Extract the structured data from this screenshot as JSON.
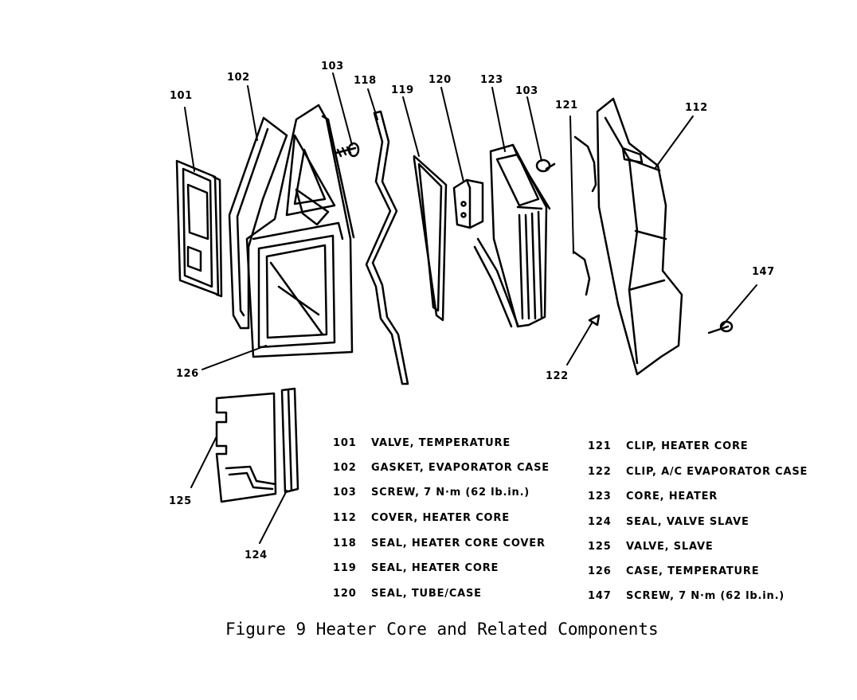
{
  "callouts": {
    "c101": "101",
    "c102": "102",
    "c103a": "103",
    "c118": "118",
    "c119": "119",
    "c120": "120",
    "c123": "123",
    "c103b": "103",
    "c121": "121",
    "c112": "112",
    "c147": "147",
    "c122": "122",
    "c126": "126",
    "c125": "125",
    "c124": "124"
  },
  "legend_left": [
    {
      "num": "101",
      "desc": "VALVE, TEMPERATURE"
    },
    {
      "num": "102",
      "desc": "GASKET, EVAPORATOR CASE"
    },
    {
      "num": "103",
      "desc": "SCREW, 7 N·m (62 lb.in.)"
    },
    {
      "num": "112",
      "desc": "COVER, HEATER CORE"
    },
    {
      "num": "118",
      "desc": "SEAL, HEATER CORE COVER"
    },
    {
      "num": "119",
      "desc": "SEAL, HEATER CORE"
    },
    {
      "num": "120",
      "desc": "SEAL, TUBE/CASE"
    }
  ],
  "legend_right": [
    {
      "num": "121",
      "desc": "CLIP, HEATER CORE"
    },
    {
      "num": "122",
      "desc": "CLIP, A/C EVAPORATOR CASE"
    },
    {
      "num": "123",
      "desc": "CORE, HEATER"
    },
    {
      "num": "124",
      "desc": "SEAL, VALVE SLAVE"
    },
    {
      "num": "125",
      "desc": "VALVE, SLAVE"
    },
    {
      "num": "126",
      "desc": "CASE, TEMPERATURE"
    },
    {
      "num": "147",
      "desc": "SCREW, 7 N·m (62 lb.in.)"
    }
  ],
  "caption": "Figure 9 Heater Core and Related Components"
}
